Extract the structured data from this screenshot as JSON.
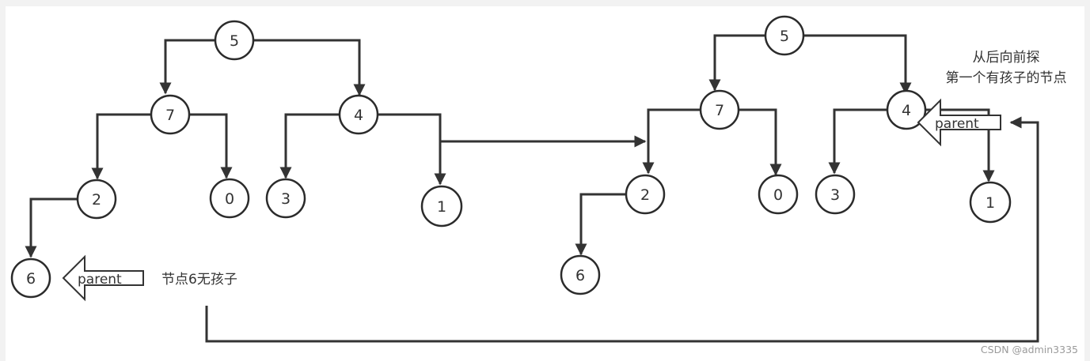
{
  "diagram": {
    "left_tree": {
      "n5": "5",
      "n7": "7",
      "n4": "4",
      "n2": "2",
      "n0": "0",
      "n3": "3",
      "n1": "1",
      "n6": "6"
    },
    "right_tree": {
      "n5": "5",
      "n7": "7",
      "n4": "4",
      "n2": "2",
      "n0": "0",
      "n3": "3",
      "n1": "1",
      "n6": "6"
    },
    "parent_label_left": "parent",
    "parent_label_right": "parent",
    "note_left": "节点6无孩子",
    "note_right_line1": "从后向前探",
    "note_right_line2": "第一个有孩子的节点",
    "watermark": "CSDN @admin3335"
  }
}
